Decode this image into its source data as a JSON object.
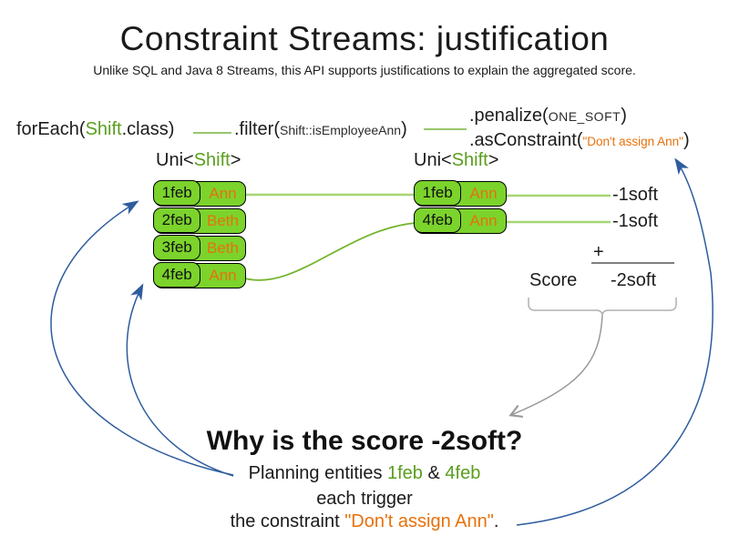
{
  "slide": {
    "title": "Constraint Streams: justification",
    "subtitle": "Unlike SQL and Java 8 Streams, this API supports justifications to explain the aggregated score."
  },
  "code": {
    "foreach": {
      "pre": "forEach(",
      "cls": "Shift",
      "post": ".class)"
    },
    "filter": {
      "pre": ".filter(",
      "arg_class": "Shift",
      "arg_rest": "::isEmployeeAnn",
      "post": ")"
    },
    "penalize": {
      "pre": ".penalize(",
      "arg": "ONE_SOFT",
      "post": ")"
    },
    "as_constraint": {
      "pre": ".asConstraint(",
      "arg": "\"Don't assign Ann\"",
      "post": ")"
    }
  },
  "types": {
    "left": {
      "pre": "Uni<",
      "name": "Shift",
      "post": ">"
    },
    "right": {
      "pre": "Uni<",
      "name": "Shift",
      "post": ">"
    }
  },
  "left_table": {
    "rows": [
      {
        "date": "1feb",
        "employee": "Ann"
      },
      {
        "date": "2feb",
        "employee": "Beth"
      },
      {
        "date": "3feb",
        "employee": "Beth"
      },
      {
        "date": "4feb",
        "employee": "Ann"
      }
    ]
  },
  "right_table": {
    "rows": [
      {
        "date": "1feb",
        "employee": "Ann"
      },
      {
        "date": "4feb",
        "employee": "Ann"
      }
    ]
  },
  "scores": {
    "penalty1": "-1soft",
    "penalty2": "-1soft",
    "plus": "+",
    "label": "Score",
    "total": "-2soft"
  },
  "explanation": {
    "heading": "Why is the score -2soft?",
    "entities": {
      "pre": "Planning entities ",
      "e1": "1feb",
      "sep": " & ",
      "e2": "4feb"
    },
    "trigger": "each trigger",
    "constraint": {
      "pre": "the constraint ",
      "quote": "\"Don't assign Ann\"",
      "post": "."
    }
  },
  "colors": {
    "box_green": "#7bd32c",
    "text_green": "#5a9e1e",
    "orange": "#e8710a",
    "arrow_blue": "#2e5c9e",
    "connector_light_green": "#a6d573",
    "connector_green": "#74b42e",
    "gray": "#999999"
  }
}
